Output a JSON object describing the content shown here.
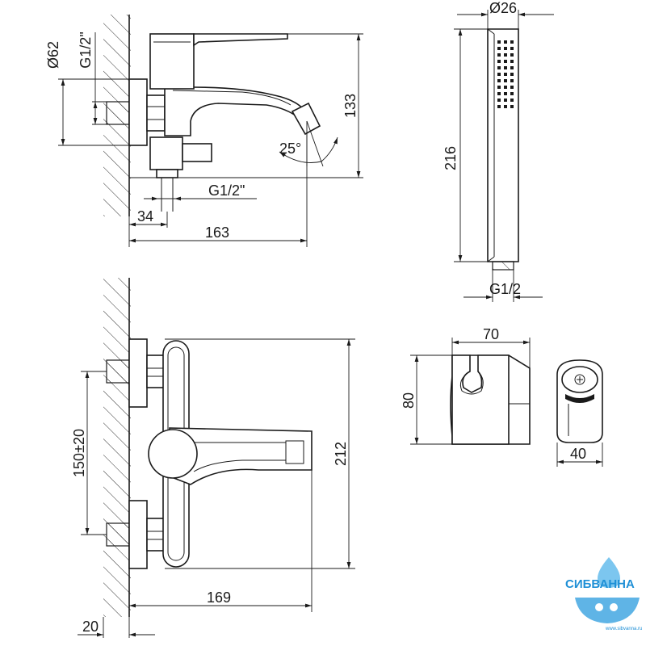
{
  "side_view": {
    "label_diameter": "Ø62",
    "label_thread_top": "G1/2\"",
    "label_height": "133",
    "label_angle": "25°",
    "label_thread_bottom": "G1/2\"",
    "label_offset": "34",
    "label_length": "163"
  },
  "shower_view": {
    "label_diameter": "Ø26",
    "label_height": "216",
    "label_thread": "G1/2"
  },
  "front_view": {
    "label_spacing": "150±20",
    "label_height": "212",
    "label_length": "169",
    "label_wall": "20"
  },
  "holder_view": {
    "label_width": "70",
    "label_height": "80",
    "label_depth": "40"
  },
  "logo": {
    "name": "СИБВАННА",
    "url": "www.sibvanna.ru"
  }
}
